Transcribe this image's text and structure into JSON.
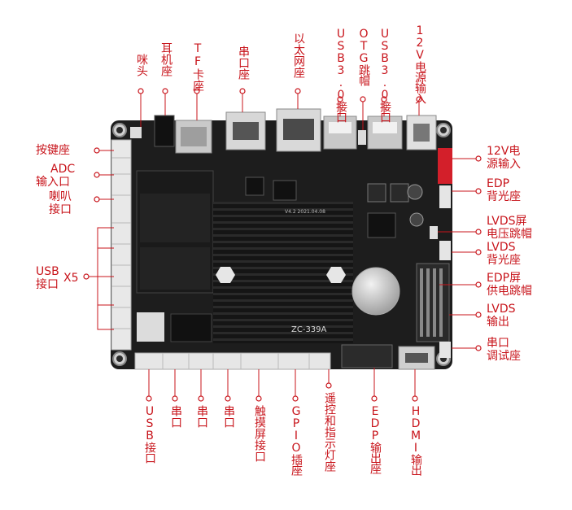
{
  "board": {
    "model_text": "ZC-339A",
    "version_text": "V4.2  2021.04.08"
  },
  "labels_top": {
    "mic": "咪头",
    "earphone": "耳机座",
    "tf": "TF卡座",
    "serial": "串口座",
    "ethernet": "以太网座",
    "usb30_a": "USB3.0接口",
    "otg": "OTG跳帽",
    "usb30_b": "USB3.0接口",
    "power_12v": "12V电源输入"
  },
  "labels_left": {
    "key": "按键座",
    "adc_1": "ADC",
    "adc_2": "输入口",
    "speaker_1": "喇叭",
    "speaker_2": "接口",
    "usb_1": "USB",
    "usb_x5": "X5",
    "usb_2": "接口"
  },
  "labels_right": {
    "power_12v_1": "12V电",
    "power_12v_2": "源输入",
    "edp_bl_1": "EDP",
    "edp_bl_2": "背光座",
    "lvds_v_1": "LVDS屏",
    "lvds_v_2": "电压跳帽",
    "lvds_bl_1": "LVDS",
    "lvds_bl_2": "背光座",
    "edp_pw_1": "EDP屏",
    "edp_pw_2": "供电跳帽",
    "lvds_out_1": "LVDS",
    "lvds_out_2": "输出",
    "debug_1": "串口",
    "debug_2": "调试座"
  },
  "labels_bottom": {
    "usb": "USB接口",
    "serial1": "串口",
    "serial2": "串口",
    "serial3": "串口",
    "touch": "触摸屏接口",
    "gpio": "GPIO插座",
    "ir_led": "遥控和指示灯座",
    "edp_out": "EDP输出座",
    "hdmi": "HDMI输出"
  },
  "colors": {
    "label": "#c8141b",
    "board": "#1c1c1c",
    "heatsink": "#141414",
    "connector": "#e6e6e6"
  }
}
